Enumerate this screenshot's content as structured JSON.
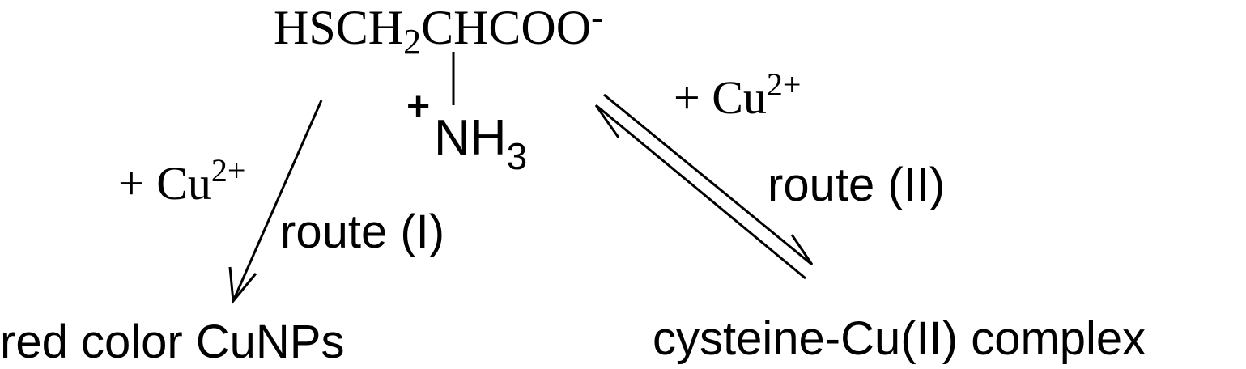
{
  "molecule": {
    "formula_a": "HSCH",
    "formula_sub": "2",
    "formula_b": "CHCOO",
    "formula_charge": "-",
    "amine_charge": "+",
    "amine_base": "NH",
    "amine_sub": "3"
  },
  "route_one": {
    "reagent_prefix": "+ Cu",
    "reagent_charge": "2+",
    "label": "route (I)",
    "product": "red color CuNPs"
  },
  "route_two": {
    "reagent_prefix": "+ Cu",
    "reagent_charge": "2+",
    "label": "route (II)",
    "product": "cysteine-Cu(II) complex"
  }
}
